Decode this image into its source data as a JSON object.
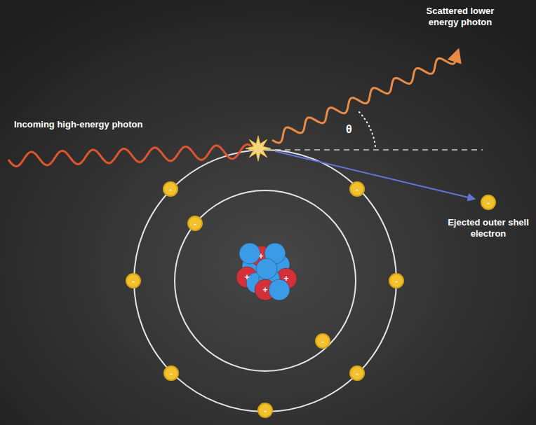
{
  "diagram": {
    "nodes": [
      {
        "text": [
          "-"
        ]
      },
      {
        "text": [
          "-"
        ]
      },
      {
        "text": [
          "-",
          "Ejected outer shell electron"
        ]
      },
      {
        "text": [
          "-"
        ]
      },
      {
        "text": [
          "+"
        ]
      },
      {
        "text": [
          "+"
        ]
      },
      {
        "text": [
          "+"
        ]
      },
      {
        "text": [
          "+"
        ]
      },
      {
        "text": [
          "-"
        ]
      },
      {
        "text": [
          "-"
        ]
      },
      {
        "text": [
          "-"
        ]
      },
      {
        "text": [
          "-"
        ]
      },
      {
        "text": [
          "-"
        ]
      },
      {
        "text": [
          "-"
        ]
      }
    ],
    "labels": [
      "Scattered lower energy photon",
      "Incoming high-energy photon",
      "θ"
    ]
  }
}
